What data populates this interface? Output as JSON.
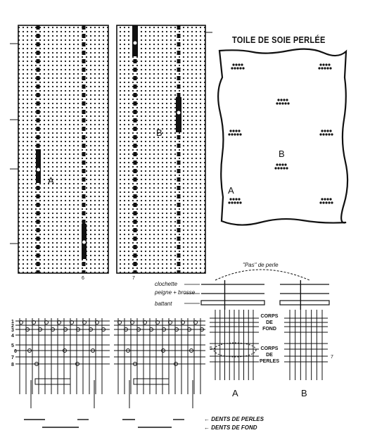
{
  "title": "TOILE DE SOIE PERLÉE",
  "figure_numbers": {
    "left": "6",
    "right": "7"
  },
  "pattern_labels": {
    "a": "A",
    "b": "B"
  },
  "sample_labels": {
    "a": "A",
    "b": "B"
  },
  "section_labels": {
    "a": "A",
    "b": "B"
  },
  "mechanism_labels": {
    "clochette": "clochette",
    "peigne": "peigne + brosse",
    "battant": "battant",
    "pas_de_perle": "\"Pas\" de perle"
  },
  "zone_labels": {
    "corps_fond_1": "CORPS",
    "corps_fond_2": "DE",
    "corps_fond_3": "FOND",
    "corps_perles_1": "CORPS",
    "corps_perles_2": "DE",
    "corps_perles_3": "PERLES"
  },
  "row_numbers": [
    "1",
    "2",
    "3",
    "4",
    "5",
    "6",
    "7",
    "8"
  ],
  "right_row_number": "7",
  "inner_row_number": "5",
  "legend": {
    "dents_perles": "← DENTS DE PERLES",
    "dents_fond": "← DENTS DE FOND"
  },
  "colors": {
    "ink": "#111111",
    "paper": "#ffffff"
  }
}
